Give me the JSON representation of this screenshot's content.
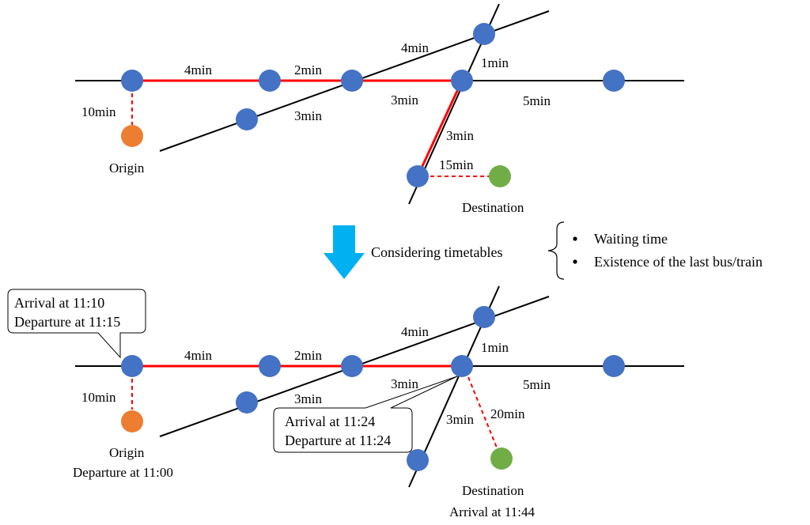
{
  "colors": {
    "station": "#4472C4",
    "origin": "#ED7D31",
    "destination": "#70AD47",
    "route": "#FF0000",
    "line": "#000000",
    "arrow": "#00B0F0"
  },
  "top": {
    "times": {
      "t_4min_a": "4min",
      "t_2min": "2min",
      "t_4min_b": "4min",
      "t_1min": "1min",
      "t_3min_a": "3min",
      "t_3min_b": "3min",
      "t_5min": "5min",
      "t_3min_c": "3min",
      "t_15min": "15min",
      "t_10min": "10min"
    },
    "origin_label": "Origin",
    "destination_label": "Destination"
  },
  "transition": {
    "text": "Considering timetables",
    "bullets": [
      "Waiting time",
      "Existence of the last bus/train"
    ]
  },
  "bottom": {
    "times": {
      "t_4min_a": "4min",
      "t_2min": "2min",
      "t_4min_b": "4min",
      "t_1min": "1min",
      "t_3min_a": "3min",
      "t_3min_b": "3min",
      "t_5min": "5min",
      "t_3min_c": "3min",
      "t_20min": "20min",
      "t_10min": "10min"
    },
    "callout1": {
      "line1": "Arrival at 11:10",
      "line2": "Departure at 11:15"
    },
    "callout2": {
      "line1": "Arrival at 11:24",
      "line2": "Departure at 11:24"
    },
    "origin_label": "Origin",
    "origin_time": "Departure at 11:00",
    "destination_label": "Destination",
    "destination_time": "Arrival at 11:44"
  }
}
